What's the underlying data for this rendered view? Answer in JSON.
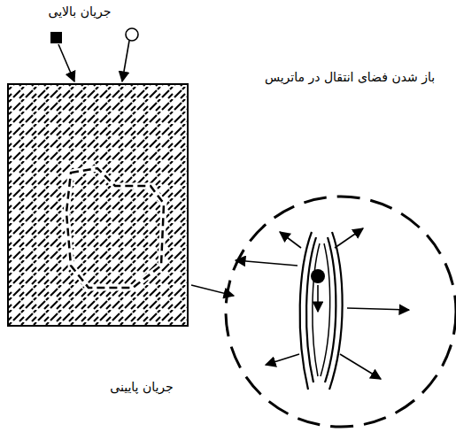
{
  "diagram": {
    "labels": [
      "جریان بالایی",
      "باز شدن فضای انتقال در ماتریس",
      "جریان پایینی"
    ]
  }
}
